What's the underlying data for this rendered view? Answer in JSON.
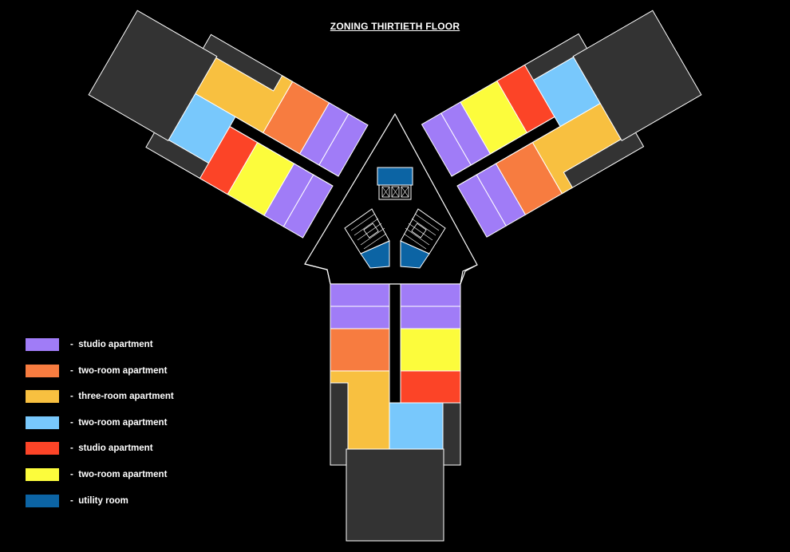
{
  "title": "ZONING THIRTIETH FLOOR",
  "colors": {
    "background": "#000000",
    "core": "#333333",
    "outline": "#ffffff",
    "studio_purple": "#a07cf7",
    "two_room_orange": "#f77c40",
    "three_room_gold": "#f8c040",
    "two_room_blue": "#78c8fc",
    "studio_red": "#fc4427",
    "two_room_yellow": "#fcfc3c",
    "utility_blue": "#0c64a4"
  },
  "legend": [
    {
      "label": "studio apartment",
      "color": "#a07cf7"
    },
    {
      "label": "two-room apartment",
      "color": "#f77c40"
    },
    {
      "label": "three-room apartment",
      "color": "#f8c040"
    },
    {
      "label": "two-room apartment",
      "color": "#78c8fc"
    },
    {
      "label": "studio apartment",
      "color": "#fc4427"
    },
    {
      "label": "two-room apartment",
      "color": "#fcfc3c"
    },
    {
      "label": "utility room",
      "color": "#0c64a4"
    }
  ]
}
